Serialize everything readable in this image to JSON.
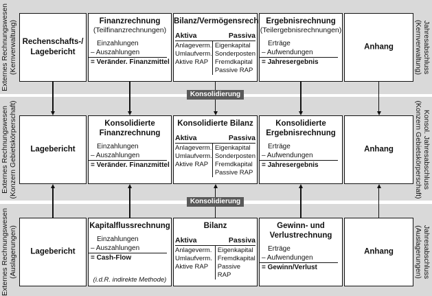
{
  "rows": [
    {
      "left_label": [
        "Externes Rechnungswesen",
        "(Kernverwaltung)"
      ],
      "right_label": [
        "Jahresabschluss",
        "(Kernverwaltung)"
      ],
      "boxes": [
        {
          "type": "center",
          "title": [
            "Rechenschafts-/",
            "Lagebericht"
          ]
        },
        {
          "type": "calc",
          "title": [
            "Finanzrechnung"
          ],
          "subtitle": "(Teilfinanzrechnungen)",
          "lines": [
            "Einzahlungen",
            "– Auszahlungen"
          ],
          "result": "= Veränder. Finanzmittel"
        },
        {
          "type": "balance",
          "title": [
            "Bilanz/Vermögensrech."
          ],
          "aktiva_label": "Aktiva",
          "passiva_label": "Passiva",
          "aktiva": [
            "Anlageverm.",
            "Umlaufverm.",
            "Aktive RAP"
          ],
          "passiva": [
            "Eigenkapital",
            "Sonderposten",
            "Fremdkapital",
            "Passive RAP"
          ]
        },
        {
          "type": "calc",
          "title": [
            "Ergebnisrechnung"
          ],
          "subtitle": "(Teilergebnisrechnungen)",
          "lines": [
            "Erträge",
            "– Aufwendungen"
          ],
          "result": "= Jahresergebnis"
        },
        {
          "type": "center",
          "title": [
            "Anhang"
          ]
        }
      ]
    },
    {
      "left_label": [
        "Externes Rechnungswesen",
        "(Konzern Gebietskörperschaft)"
      ],
      "right_label": [
        "Konsol. Jahresabschluss",
        "(Konzern Gebietskörperschaft)"
      ],
      "boxes": [
        {
          "type": "center",
          "title": [
            "Lagebericht"
          ]
        },
        {
          "type": "calc",
          "title": [
            "Konsolidierte",
            "Finanzrechnung"
          ],
          "lines": [
            "Einzahlungen",
            "– Auszahlungen"
          ],
          "result": "= Veränder. Finanzmittel"
        },
        {
          "type": "balance",
          "title": [
            "Konsolidierte  Bilanz"
          ],
          "aktiva_label": "Aktiva",
          "passiva_label": "Passiva",
          "aktiva": [
            "Anlageverm.",
            "Umlaufverm.",
            "Aktive RAP"
          ],
          "passiva": [
            "Eigenkapital",
            "Sonderposten",
            "Fremdkapital",
            "Passive RAP"
          ]
        },
        {
          "type": "calc",
          "title": [
            "Konsolidierte",
            "Ergebnisrechnung"
          ],
          "lines": [
            "Erträge",
            "– Aufwendungen"
          ],
          "result": "= Jahresergebnis"
        },
        {
          "type": "center",
          "title": [
            "Anhang"
          ]
        }
      ]
    },
    {
      "left_label": [
        "Externes Rechnungswesen",
        "(Auslagerungen)"
      ],
      "right_label": [
        "Jahresabschluss",
        "(Auslagerungen)"
      ],
      "boxes": [
        {
          "type": "center",
          "title": [
            "Lagebericht"
          ]
        },
        {
          "type": "calc",
          "title": [
            "Kapitalflussrechnung"
          ],
          "lines": [
            "Einzahlungen",
            "– Auszahlungen"
          ],
          "result": "= Cash-Flow",
          "note": "(i.d.R. indirekte Methode)"
        },
        {
          "type": "balance",
          "title": [
            "Bilanz"
          ],
          "aktiva_label": "Aktiva",
          "passiva_label": "Passiva",
          "aktiva": [
            "Anlageverm.",
            "Umlaufverm.",
            "Aktive RAP"
          ],
          "passiva": [
            "Eigenkapital",
            "Fremdkapital",
            "Passive RAP"
          ]
        },
        {
          "type": "calc",
          "title": [
            "Gewinn- und",
            "Verlustrechnung"
          ],
          "lines": [
            "Erträge",
            "– Aufwendungen"
          ],
          "result": "= Gewinn/Verlust"
        },
        {
          "type": "center",
          "title": [
            "Anhang"
          ]
        }
      ]
    }
  ],
  "konsolidierung_label": "Konsolidierung"
}
